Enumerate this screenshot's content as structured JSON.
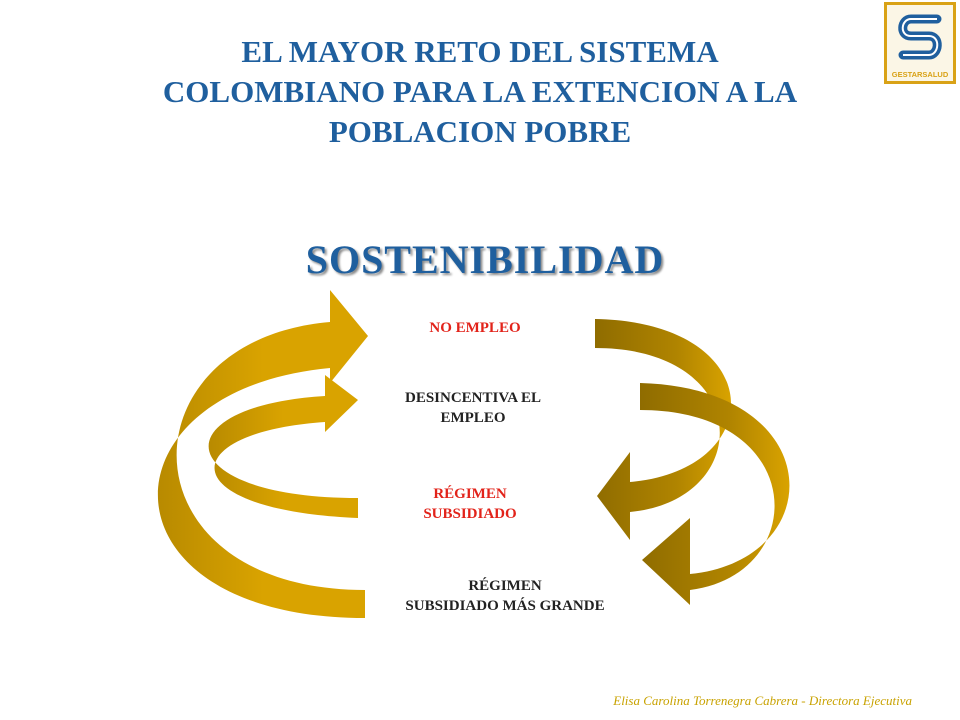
{
  "slide": {
    "title_lines": [
      "EL MAYOR RETO DEL SISTEMA",
      "COLOMBIANO PARA LA EXTENCION A LA",
      "POBLACION POBRE"
    ],
    "keyword": "SOSTENIBILIDAD",
    "footer": "Elisa Carolina Torrenegra Cabrera  - Directora Ejecutiva"
  },
  "logo": {
    "text": "GESTARSALUD",
    "icon": "gestarsalud-s-logo-icon"
  },
  "cycle": {
    "nodes": [
      {
        "lines": [
          "NO EMPLEO"
        ],
        "color": "#e2231a"
      },
      {
        "lines": [
          "DESINCENTIVA EL",
          "EMPLEO"
        ],
        "color": "#222222"
      },
      {
        "lines": [
          "RÉGIMEN",
          "SUBSIDIADO"
        ],
        "color": "#e2231a"
      },
      {
        "lines": [
          "RÉGIMEN",
          "SUBSIDIADO MÁS GRANDE"
        ],
        "color": "#222222"
      }
    ],
    "arrow_colors": {
      "light": "#d9a300",
      "dark": "#a07800"
    }
  }
}
